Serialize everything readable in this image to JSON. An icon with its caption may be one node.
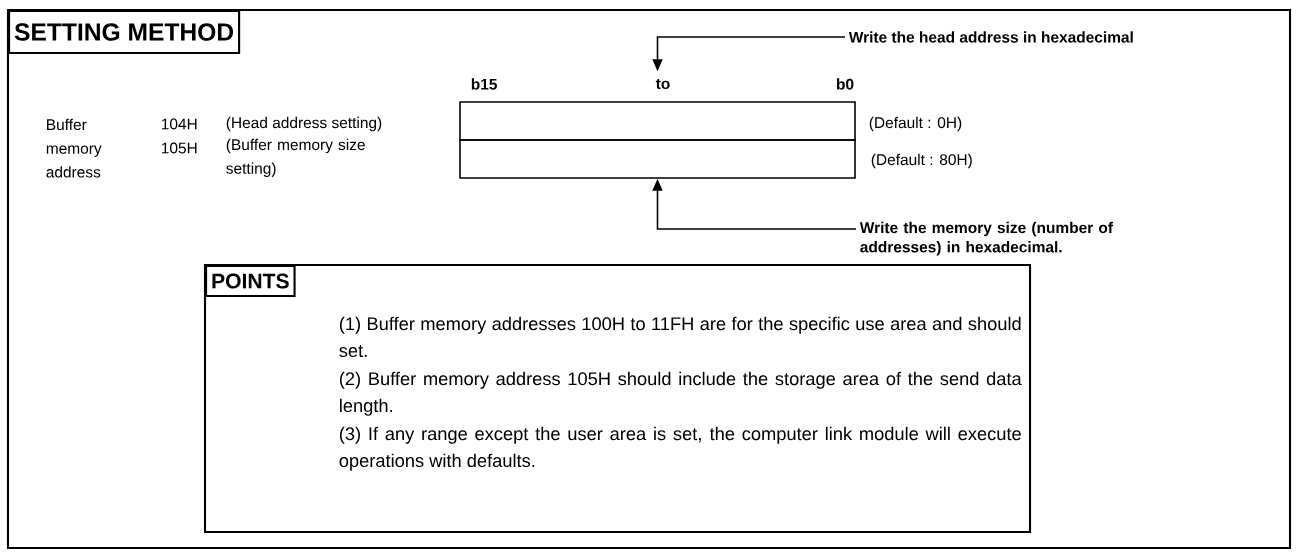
{
  "diagram": {
    "nodes": [
      {
        "text": [
          "SETTING METHOD"
        ]
      },
      {
        "text": [],
        "shape": "box",
        "in": 0,
        "beside": [
          "b15",
          "to",
          "b0"
        ]
      },
      {
        "text": [],
        "shape": "box",
        "in": 0
      },
      {
        "text": [
          "Write the head address in hexadecimal"
        ],
        "in": 0
      },
      {
        "text": [
          "Write the memory size (number of addresses) in hexadecimal."
        ],
        "in": 0
      },
      {
        "text": [
          "POINTS",
          "(1) Buffer memory addresses 100H to 11FH are for the specific use area and should set.",
          "(2) Buffer memory address 105H should include the storage area of the send data length.",
          "(3) If any range except the user area is set, the computer link module will execute operations with defaults."
        ],
        "in": 0
      }
    ],
    "edges": [
      {
        "from": 3,
        "to": 1,
        "arrow": "to"
      },
      {
        "from": 4,
        "to": 2,
        "arrow": "to"
      }
    ],
    "labels": [
      "Buffer memory address",
      "104H",
      "(Head address setting)",
      "105H",
      "(Buffer memory size setting)",
      "(Default : 0H)",
      "(Default : 80H)"
    ]
  }
}
